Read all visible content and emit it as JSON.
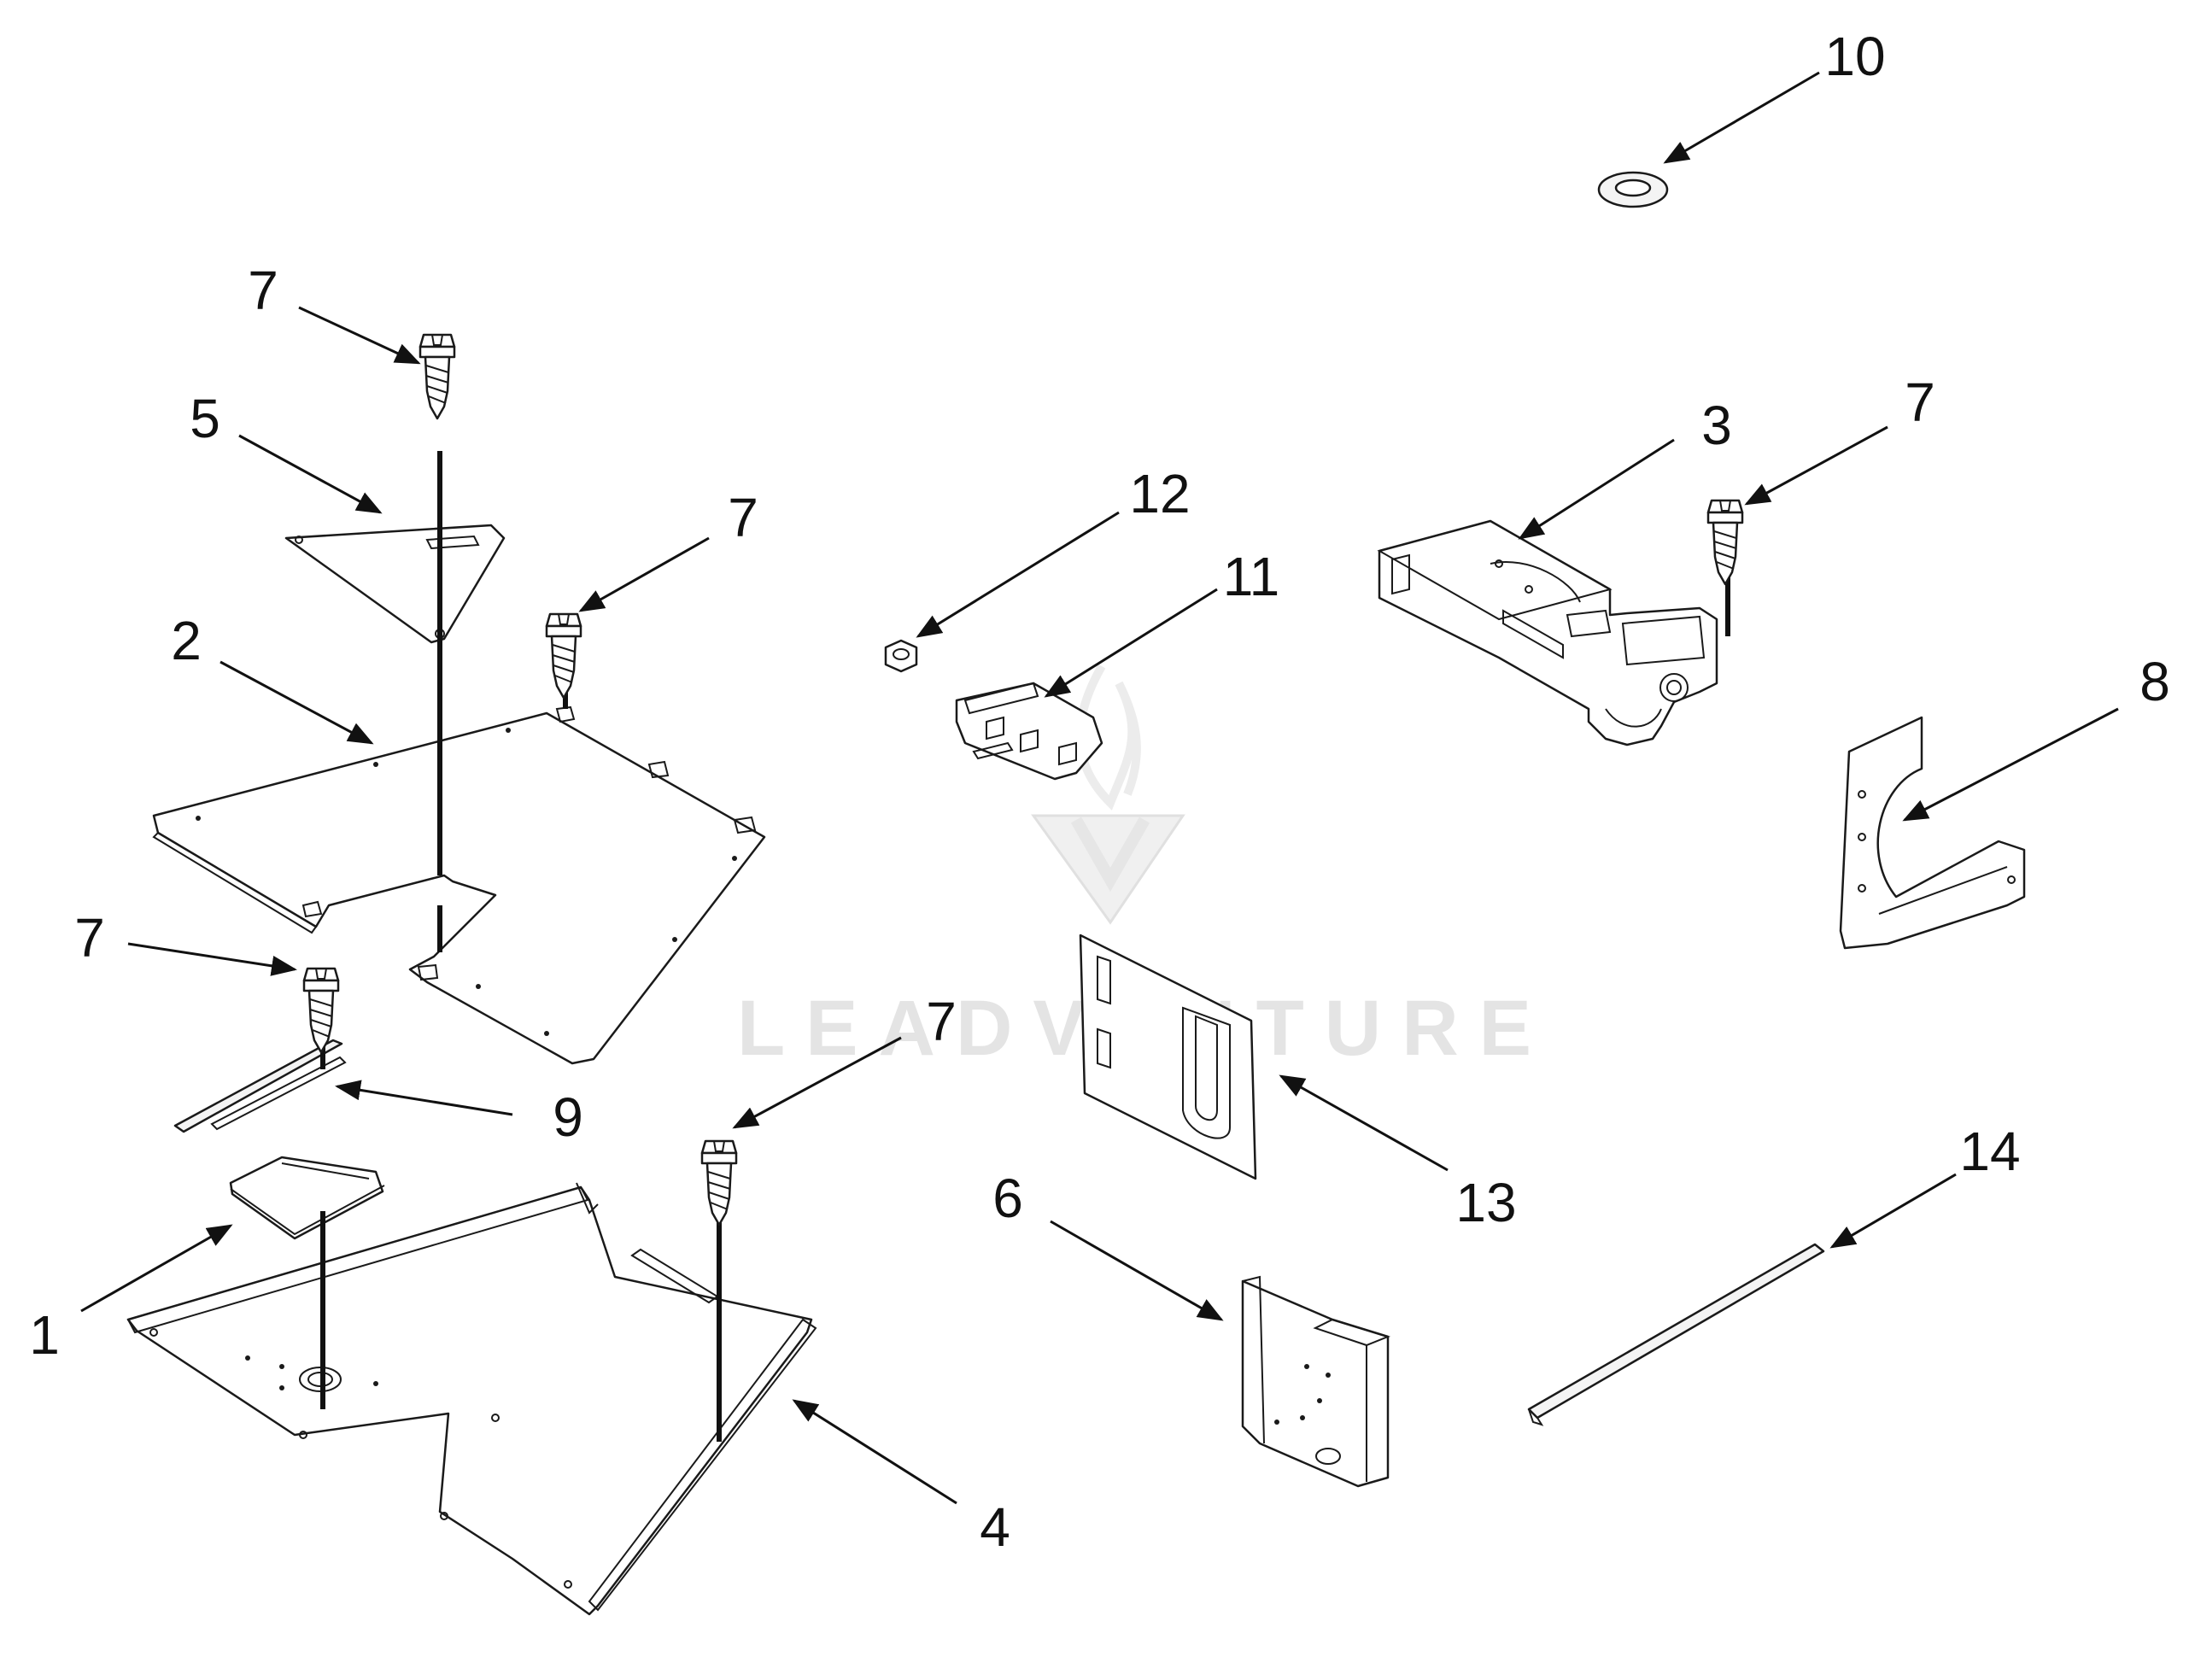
{
  "watermark": {
    "text": "LEADVENTURE"
  },
  "callouts": {
    "c1": "1",
    "c2": "2",
    "c3": "3",
    "c4": "4",
    "c5": "5",
    "c6": "6",
    "c7a": "7",
    "c7b": "7",
    "c7c": "7",
    "c7d": "7",
    "c7e": "7",
    "c8": "8",
    "c9": "9",
    "c10": "10",
    "c11": "11",
    "c12": "12",
    "c13": "13",
    "c14": "14"
  }
}
